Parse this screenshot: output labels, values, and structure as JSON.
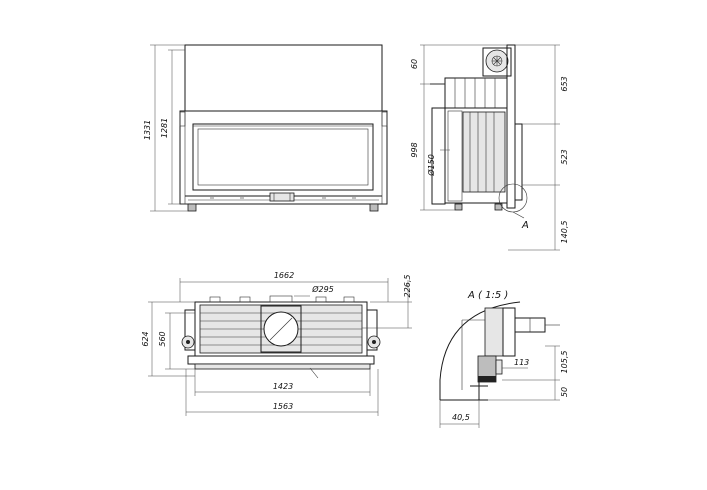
{
  "dimensions": {
    "front_height_total": "1331",
    "front_height_body": "1281",
    "side_top_offset": "60",
    "side_height_upper": "653",
    "side_height_998": "998",
    "side_flue": "Ø150",
    "side_height_523": "523",
    "side_bottom": "140,5",
    "detail_marker": "A",
    "plan_width_total": "1662",
    "plan_flue": "Ø295",
    "plan_depth_226": "226,5",
    "plan_depth_624": "624",
    "plan_depth_560": "560",
    "plan_width_1423": "1423",
    "plan_width_1563": "1563"
  },
  "detail": {
    "title": "A ( 1:5 )",
    "dim_113": "113",
    "dim_105": "105,5",
    "dim_50": "50",
    "dim_40": "40,5"
  }
}
